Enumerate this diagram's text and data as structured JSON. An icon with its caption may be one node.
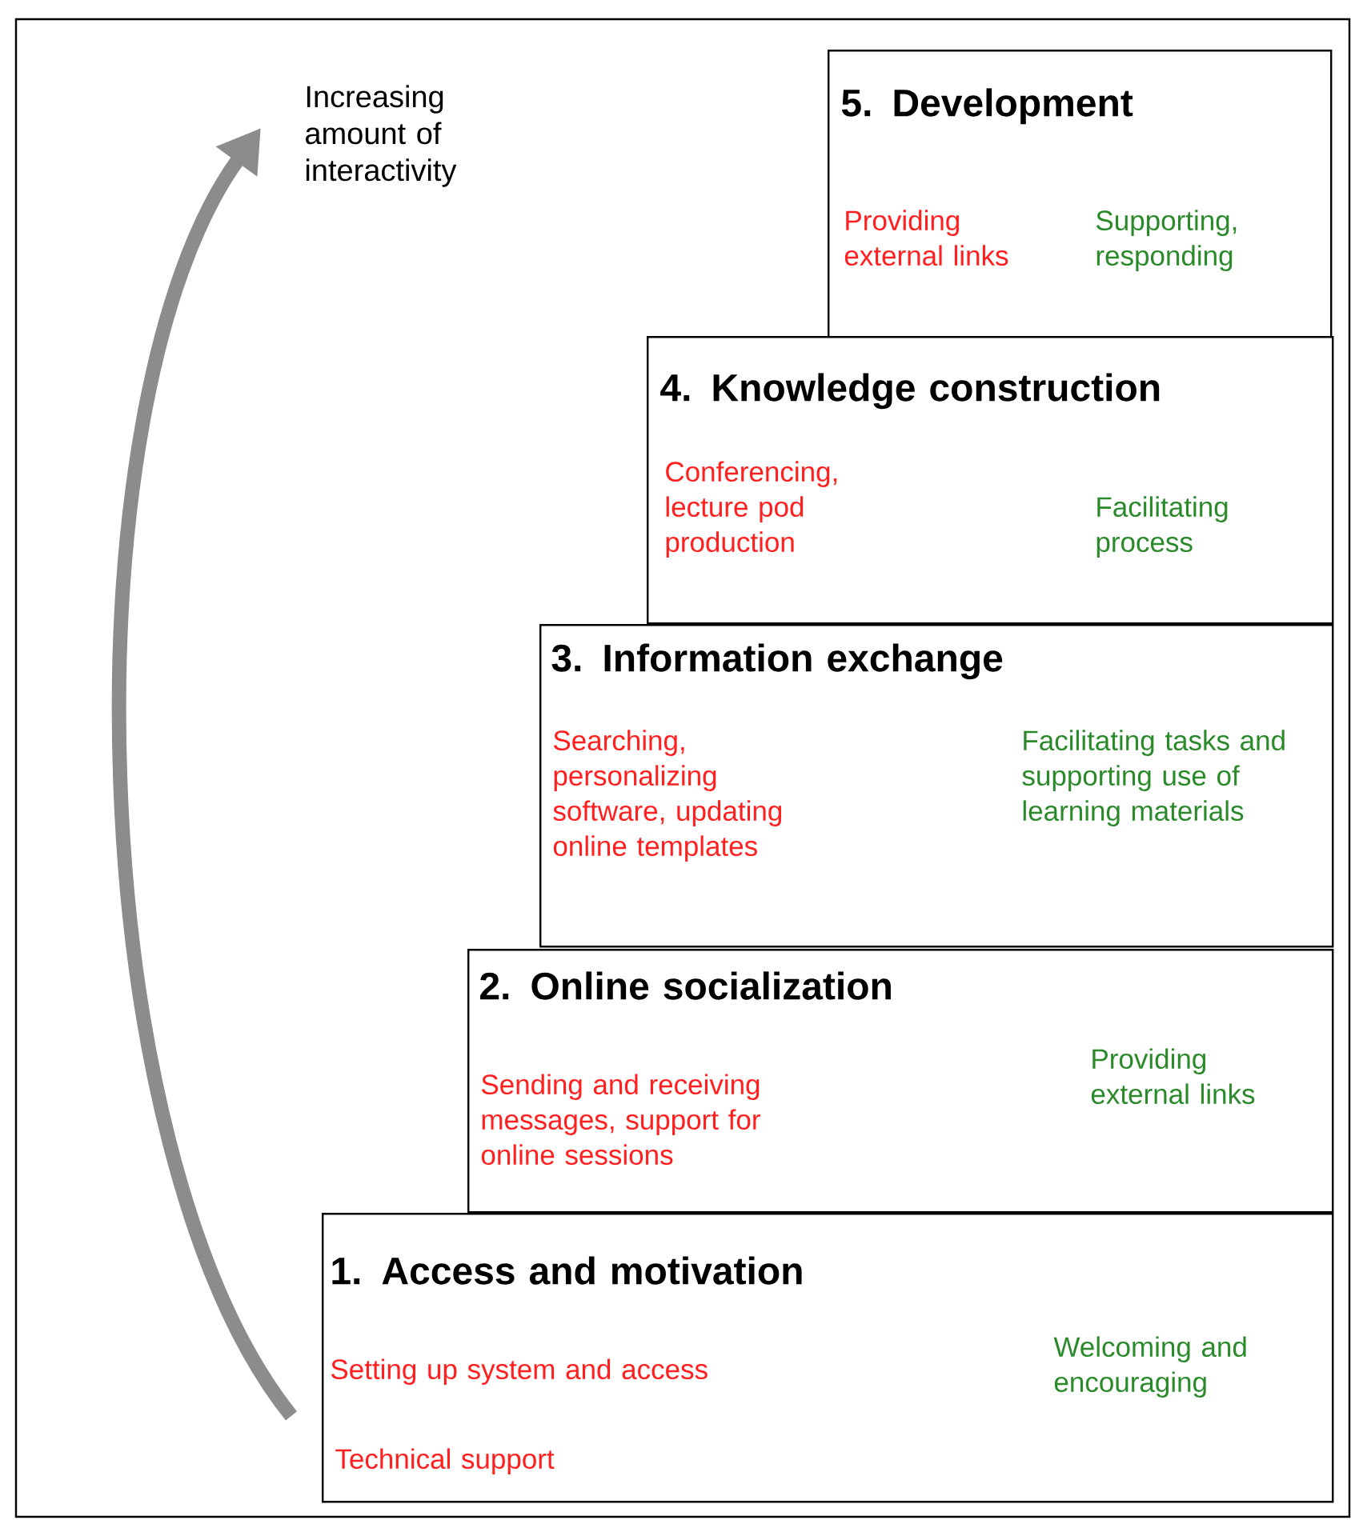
{
  "diagram": {
    "nodes": [
      {
        "text": [
          "5. Development",
          "Providing external links",
          "Supporting, responding"
        ]
      },
      {
        "text": [
          "4. Knowledge construction",
          "Conferencing, lecture pod production",
          "Facilitating process"
        ]
      },
      {
        "text": [
          "3. Information exchange",
          "Searching, personalizing software, updating online templates",
          "Facilitating tasks and supporting use of learning materials"
        ]
      },
      {
        "text": [
          "2. Online socialization",
          "Sending and receiving messages, support for online sessions",
          "Providing external links"
        ]
      },
      {
        "text": [
          "1. Access and motivation",
          "Setting up system and access",
          "Technical support",
          "Welcoming and encouraging"
        ]
      }
    ],
    "labels": [
      "Increasing amount of interactivity"
    ]
  }
}
